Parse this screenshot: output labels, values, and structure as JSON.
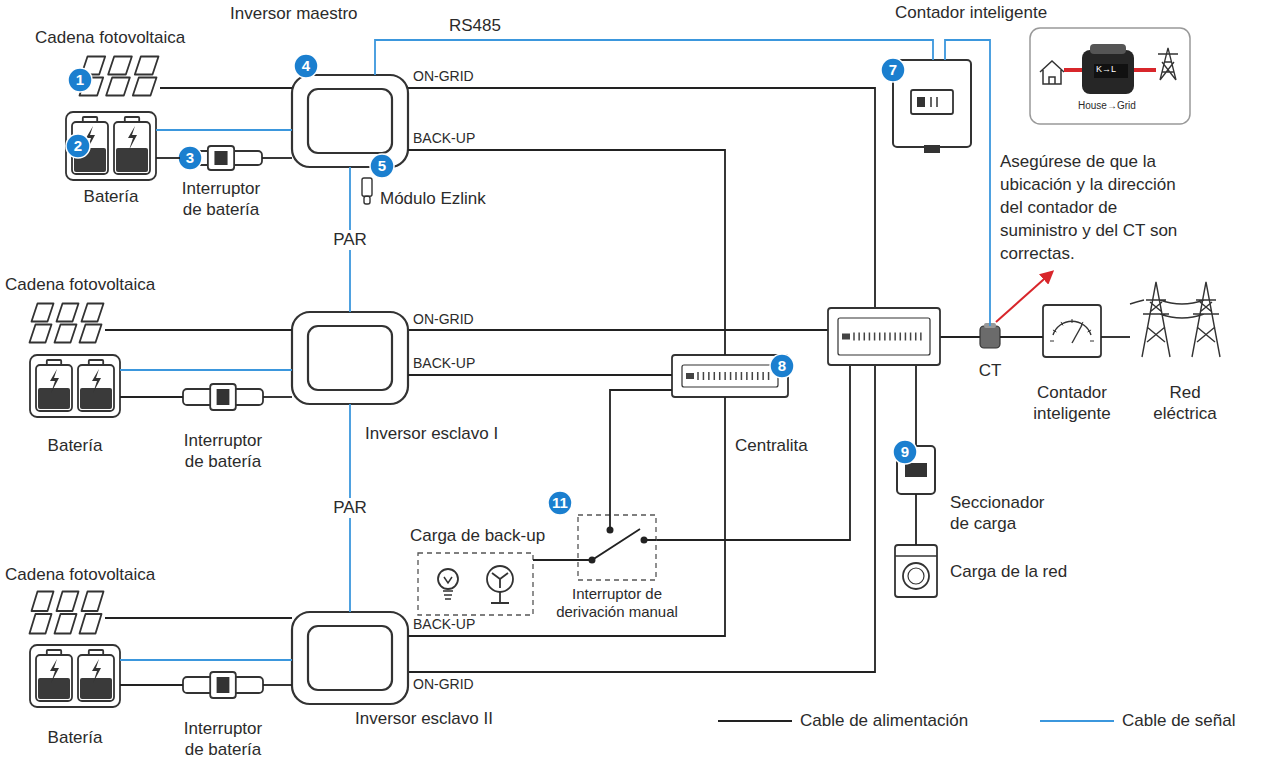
{
  "diagram": {
    "nodes": [
      {
        "text": [
          "Cadena fotovoltaica"
        ]
      },
      {
        "text": [
          "Batería"
        ]
      },
      {
        "text": [
          "Interruptor de batería"
        ]
      },
      {
        "text": [
          "Inversor maestro"
        ]
      },
      {
        "text": [
          "Módulo Ezlink"
        ]
      },
      {
        "text": [
          "Contador inteligente"
        ]
      },
      {
        "text": [
          "Cadena fotovoltaica"
        ]
      },
      {
        "text": [
          "Batería"
        ]
      },
      {
        "text": [
          "Interruptor de batería"
        ]
      },
      {
        "text": [
          "Inversor esclavo I"
        ]
      },
      {
        "text": [
          "Centralita"
        ]
      },
      {
        "text": [
          "Carga de back-up"
        ]
      },
      {
        "text": [
          "Interruptor de derivación manual"
        ]
      },
      {
        "text": [
          "Cadena fotovoltaica"
        ]
      },
      {
        "text": [
          "Batería"
        ]
      },
      {
        "text": [
          "Interruptor de batería"
        ]
      },
      {
        "text": [
          "Inversor esclavo II"
        ]
      },
      {
        "text": [
          "Seccionador de carga"
        ]
      },
      {
        "text": [
          "Carga de la red"
        ]
      },
      {
        "text": [
          "CT"
        ]
      },
      {
        "text": [
          "Contador inteligente"
        ]
      },
      {
        "text": [
          "Red eléctrica"
        ]
      }
    ],
    "edges": [
      {
        "from": 0,
        "to": 3,
        "arrow": "none"
      },
      {
        "from": 1,
        "to": 3,
        "arrow": "none"
      },
      {
        "from": 1,
        "to": 2,
        "arrow": "none"
      },
      {
        "from": 2,
        "to": 3,
        "arrow": "none"
      },
      {
        "from": 3,
        "to": 9,
        "label": "PAR",
        "arrow": "none"
      },
      {
        "from": 3,
        "to": 5,
        "label": "RS485",
        "arrow": "none"
      },
      {
        "from": 5,
        "to": 19,
        "arrow": "none"
      },
      {
        "from": 3,
        "to": 10,
        "arrow": "none"
      },
      {
        "from": 6,
        "to": 9,
        "arrow": "none"
      },
      {
        "from": 7,
        "to": 9,
        "arrow": "none"
      },
      {
        "from": 7,
        "to": 8,
        "arrow": "none"
      },
      {
        "from": 8,
        "to": 9,
        "arrow": "none"
      },
      {
        "from": 9,
        "to": 16,
        "label": "PAR",
        "arrow": "none"
      },
      {
        "from": 9,
        "to": 10,
        "arrow": "none"
      },
      {
        "from": 10,
        "to": 12,
        "arrow": "none"
      },
      {
        "from": 12,
        "to": 11,
        "arrow": "none"
      },
      {
        "from": 13,
        "to": 16,
        "arrow": "none"
      },
      {
        "from": 14,
        "to": 16,
        "arrow": "none"
      },
      {
        "from": 14,
        "to": 15,
        "arrow": "none"
      },
      {
        "from": 15,
        "to": 16,
        "arrow": "none"
      },
      {
        "from": 16,
        "to": 10,
        "arrow": "none"
      },
      {
        "from": 17,
        "to": 18,
        "arrow": "none"
      },
      {
        "from": 19,
        "to": 20,
        "arrow": "none"
      },
      {
        "from": 20,
        "to": 21,
        "arrow": "none"
      }
    ],
    "labels": [
      "1",
      "2",
      "3",
      "4",
      "5",
      "7",
      "8",
      "9",
      "11",
      "ON-GRID",
      "BACK-UP",
      "ON-GRID",
      "BACK-UP",
      "BACK-UP",
      "ON-GRID",
      "K→L",
      "House→Grid",
      "Asegúrese de que la ubicación y la dirección del contador de suministro y del CT son correctas."
    ],
    "legend": [
      {
        "text": "Cable de alimentación"
      },
      {
        "text": "Cable de señal"
      }
    ]
  }
}
